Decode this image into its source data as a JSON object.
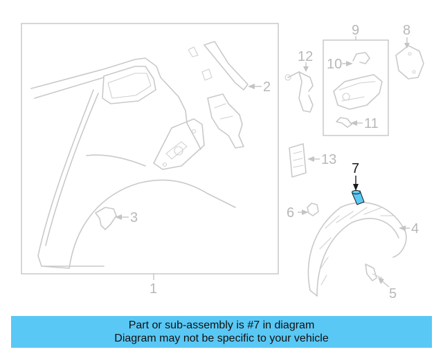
{
  "callouts": {
    "c1": "1",
    "c2": "2",
    "c3": "3",
    "c4": "4",
    "c5": "5",
    "c6": "6",
    "c7": "7",
    "c8": "8",
    "c9": "9",
    "c10": "10",
    "c11": "11",
    "c12": "12",
    "c13": "13"
  },
  "highlight": {
    "part": "7",
    "color": "#5ac8f5"
  },
  "banner": {
    "line1": "Part or sub-assembly is #7 in diagram",
    "line2": "Diagram may not be specific to your vehicle",
    "background": "#5ac8f5"
  }
}
